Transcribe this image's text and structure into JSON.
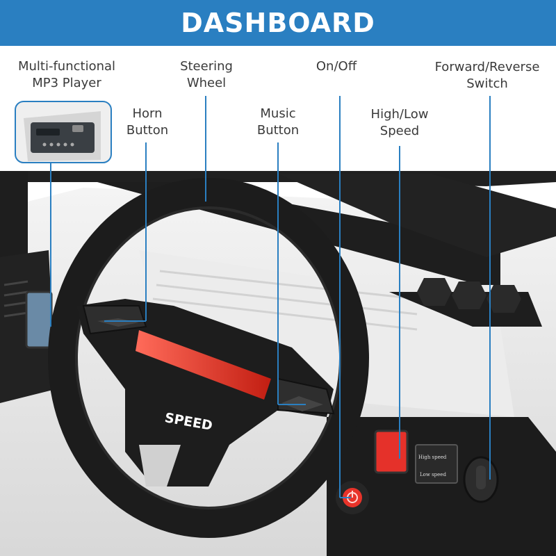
{
  "header": {
    "title": "DASHBOARD"
  },
  "callouts": {
    "mp3": {
      "line1": "Multi-functional",
      "line2": "MP3 Player"
    },
    "horn": {
      "line1": "Horn",
      "line2": "Button"
    },
    "steering": {
      "line1": "Steering",
      "line2": "Wheel"
    },
    "music": {
      "line1": "Music",
      "line2": "Button"
    },
    "onoff": {
      "line1": "On/Off"
    },
    "speed": {
      "line1": "High/Low",
      "line2": "Speed"
    },
    "direction": {
      "line1": "Forward/Reverse",
      "line2": "Switch"
    }
  },
  "product": {
    "hub_text": "SPEED",
    "switch_labels": {
      "high": "High speed",
      "low": "Low speed"
    }
  },
  "colors": {
    "accent": "#2a7fc1",
    "label_text": "#3a3a3a",
    "power_red": "#e8332a",
    "wheel": "#1c1c1c"
  }
}
